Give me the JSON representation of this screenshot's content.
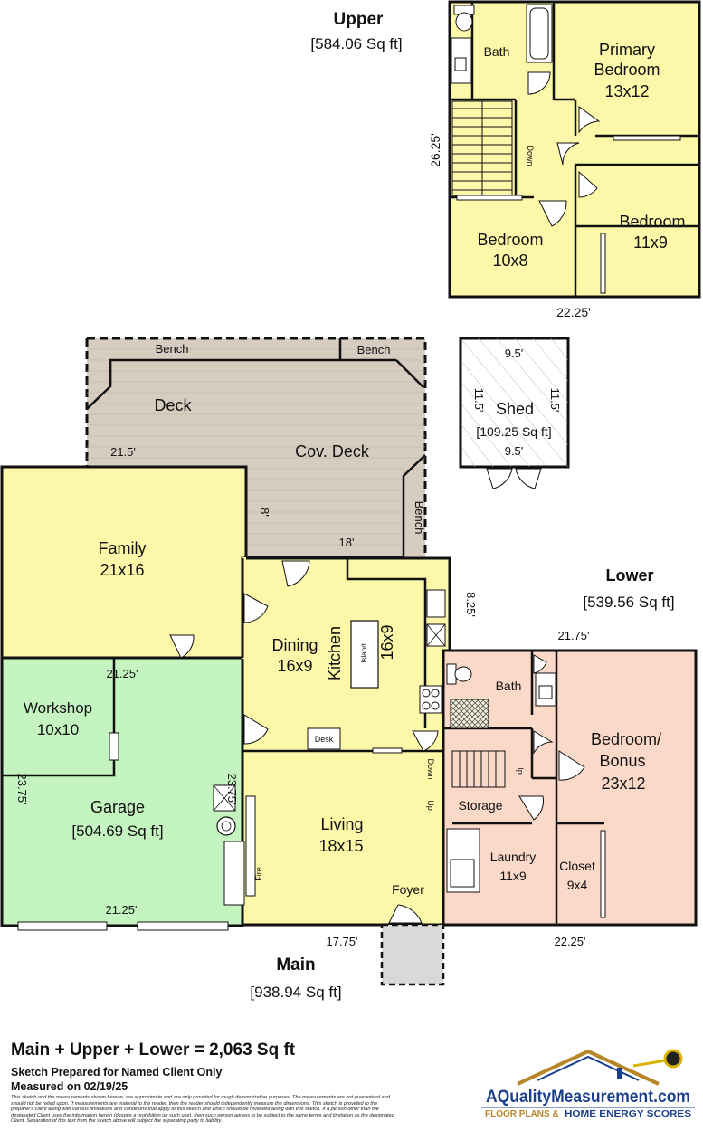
{
  "floors": {
    "upper": {
      "title": "Upper",
      "area": "[584.06 Sq ft]"
    },
    "main": {
      "title": "Main",
      "area": "[938.94 Sq ft]"
    },
    "lower": {
      "title": "Lower",
      "area": "[539.56 Sq ft]"
    }
  },
  "rooms": {
    "bath_upper": "Bath",
    "primary_line1": "Primary",
    "primary_line2": "Bedroom",
    "primary_dims": "13x12",
    "bedroom_right": "Bedroom",
    "bedroom_right_dims": "11x9",
    "bedroom_left": "Bedroom",
    "bedroom_left_dims": "10x8",
    "deck": "Deck",
    "cov_deck": "Cov. Deck",
    "shed": "Shed",
    "shed_area": "[109.25 Sq ft]",
    "family": "Family",
    "family_dims": "21x16",
    "dining": "Dining",
    "dining_dims": "16x9",
    "kitchen": "Kitchen",
    "kitchen_dims": "16x9",
    "island": "Island",
    "desk": "Desk",
    "workshop": "Workshop",
    "workshop_dims": "10x10",
    "garage": "Garage",
    "garage_area": "[504.69 Sq ft]",
    "living": "Living",
    "living_dims": "18x15",
    "fire": "Fire",
    "foyer": "Foyer",
    "bath_lower": "Bath",
    "bonus_line1": "Bedroom/",
    "bonus_line2": "Bonus",
    "bonus_dims": "23x12",
    "storage": "Storage",
    "laundry": "Laundry",
    "laundry_dims": "11x9",
    "closet": "Closet",
    "closet_dims": "9x4"
  },
  "labels": {
    "bench_1": "Bench",
    "bench_2": "Bench",
    "bench_3": "Bench",
    "down_upper": "Down",
    "down_main": "Down",
    "up_main": "Up",
    "up_lower": "Up"
  },
  "dimensions": {
    "upper_height": "26.25'",
    "upper_width": "22.25'",
    "shed_top": "9.5'",
    "shed_bottom": "9.5'",
    "shed_left": "11.5'",
    "shed_right": "11.5'",
    "deck_width": "21.5'",
    "deck_8": "8'",
    "deck_18": "18'",
    "main_825": "8.25'",
    "lower_top": "21.75'",
    "lower_bottom": "22.25'",
    "garage_top": "21.25'",
    "garage_bottom": "21.25'",
    "garage_left": "23.75'",
    "garage_right": "23.75'",
    "main_bottom": "17.75'"
  },
  "footer": {
    "total": "Main + Upper + Lower = 2,063 Sq ft",
    "prepared": "Sketch Prepared for Named Client Only",
    "measured": "Measured on 02/19/25",
    "disclaimer": "This sketch and the measurements shown hereon, are approximate and are only provided for rough demonstrative purposes. The measurements are not guaranteed and should not be relied upon. If measurements are material to the reader, then the reader should independently measure the dimensions. This sketch is provided to the preparer's client along with various limitations and conditions that apply to this sketch and which should be reviewed along with this sketch. If a person other than the designated Client uses the information herein (despite a prohibition on such use), then such person agrees to be subject to the same terms and limitation as the designated Client. Separation of this text from the sketch above will subject the separating party to liability."
  },
  "logo": {
    "name": "AQualityMeasurement.com",
    "tagline_a": "FLOOR PLANS &",
    "tagline_b": "HOME ENERGY SCORES"
  },
  "colors": {
    "upper_fill": "#fdf8a9",
    "main_fill": "#fdf8a9",
    "garage_fill": "#c4f5c0",
    "lower_fill": "#fbd9c8",
    "deck_fill": "#d6ccbf",
    "wall": "#111111",
    "logo_blue": "#1c3f8c",
    "logo_gold": "#b8862a"
  }
}
